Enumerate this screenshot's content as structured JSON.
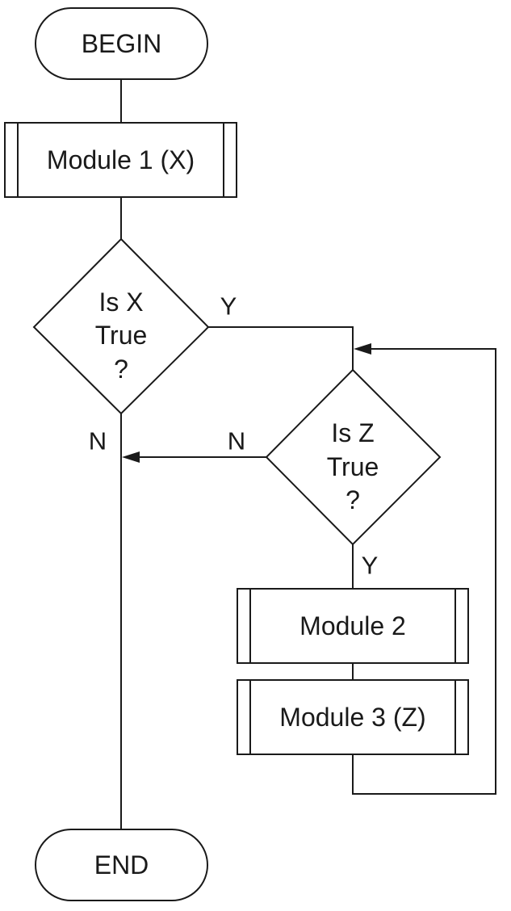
{
  "flowchart": {
    "begin": {
      "label": "BEGIN"
    },
    "module_1": {
      "label": "Module 1 (X)"
    },
    "decision_x": {
      "lines": [
        "Is X",
        "True",
        "?"
      ]
    },
    "decision_z": {
      "lines": [
        "Is Z",
        "True",
        "?"
      ]
    },
    "module_2": {
      "label": "Module 2"
    },
    "module_3": {
      "label": "Module 3 (Z)"
    },
    "end": {
      "label": "END"
    },
    "labels": {
      "x_yes": "Y",
      "x_no": "N",
      "z_no": "N",
      "z_yes": "Y"
    }
  }
}
